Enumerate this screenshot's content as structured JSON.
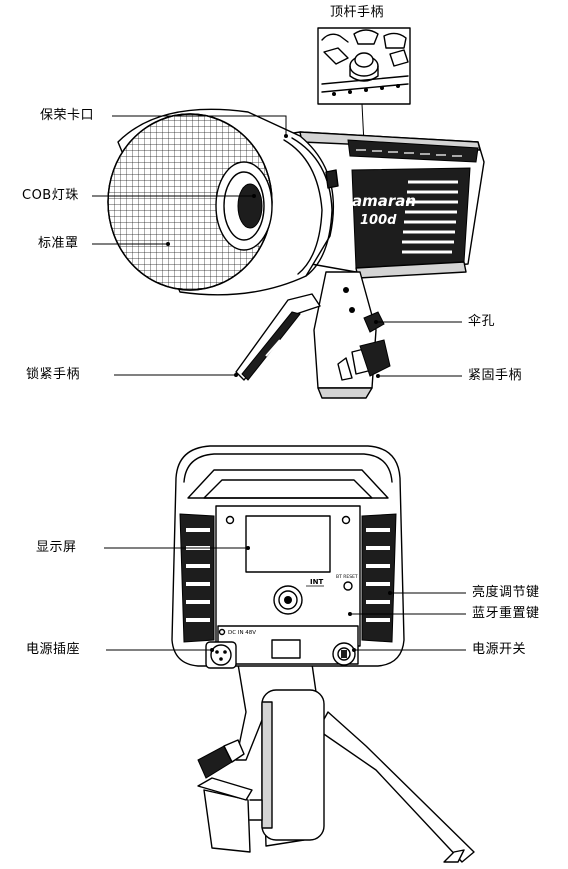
{
  "callouts": {
    "top_handle": "顶杆手柄",
    "bayonet": "保荣卡口",
    "cob_led": "COB灯珠",
    "reflector": "标准罩",
    "umbrella_hole": "伞孔",
    "lock_handle": "锁紧手柄",
    "fix_handle": "紧固手柄",
    "display": "显示屏",
    "brightness_knob": "亮度调节键",
    "bt_reset": "蓝牙重置键",
    "power_socket": "电源插座",
    "power_switch": "电源开关"
  },
  "device": {
    "brand": "amaran",
    "model": "100d",
    "knob_label": "INT",
    "reset_label": "BT RESET",
    "dc_label": "DC IN  48V"
  }
}
